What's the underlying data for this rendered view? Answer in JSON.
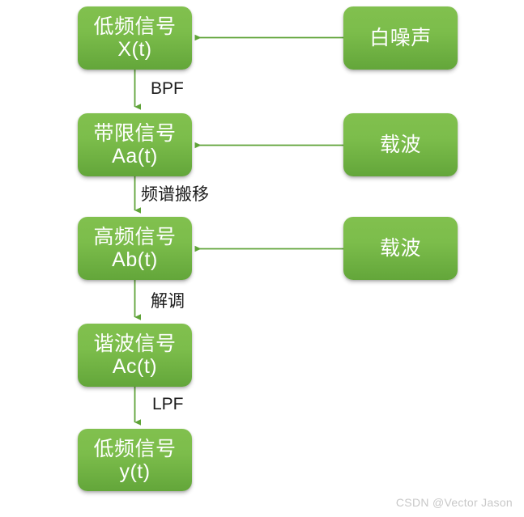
{
  "diagram": {
    "title": "Signal Processing Chain Flowchart",
    "colors": {
      "node_fill_top": "#81c04e",
      "node_fill_bottom": "#63a63a",
      "node_text": "#ffffff",
      "connector": "#63a63a",
      "edge_label_text": "#1c1c1c",
      "watermark_text": "#c8c8c8",
      "background": "#ffffff"
    },
    "nodes": [
      {
        "id": "x",
        "line1": "低频信号",
        "line2": "X(t)"
      },
      {
        "id": "aa",
        "line1": "带限信号",
        "line2": "Aa(t)"
      },
      {
        "id": "ab",
        "line1": "高频信号",
        "line2": "Ab(t)"
      },
      {
        "id": "ac",
        "line1": "谐波信号",
        "line2": "Ac(t)"
      },
      {
        "id": "y",
        "line1": "低频信号",
        "line2": "y(t)"
      },
      {
        "id": "noise",
        "line1": "白噪声",
        "line2": ""
      },
      {
        "id": "carrier1",
        "line1": "载波",
        "line2": ""
      },
      {
        "id": "carrier2",
        "line1": "载波",
        "line2": ""
      }
    ],
    "edge_labels": [
      {
        "id": "bpf",
        "text": "BPF"
      },
      {
        "id": "shift",
        "text": "频谱搬移"
      },
      {
        "id": "demod",
        "text": "解调"
      },
      {
        "id": "lpf",
        "text": "LPF"
      }
    ],
    "watermark": "CSDN @Vector Jason"
  }
}
